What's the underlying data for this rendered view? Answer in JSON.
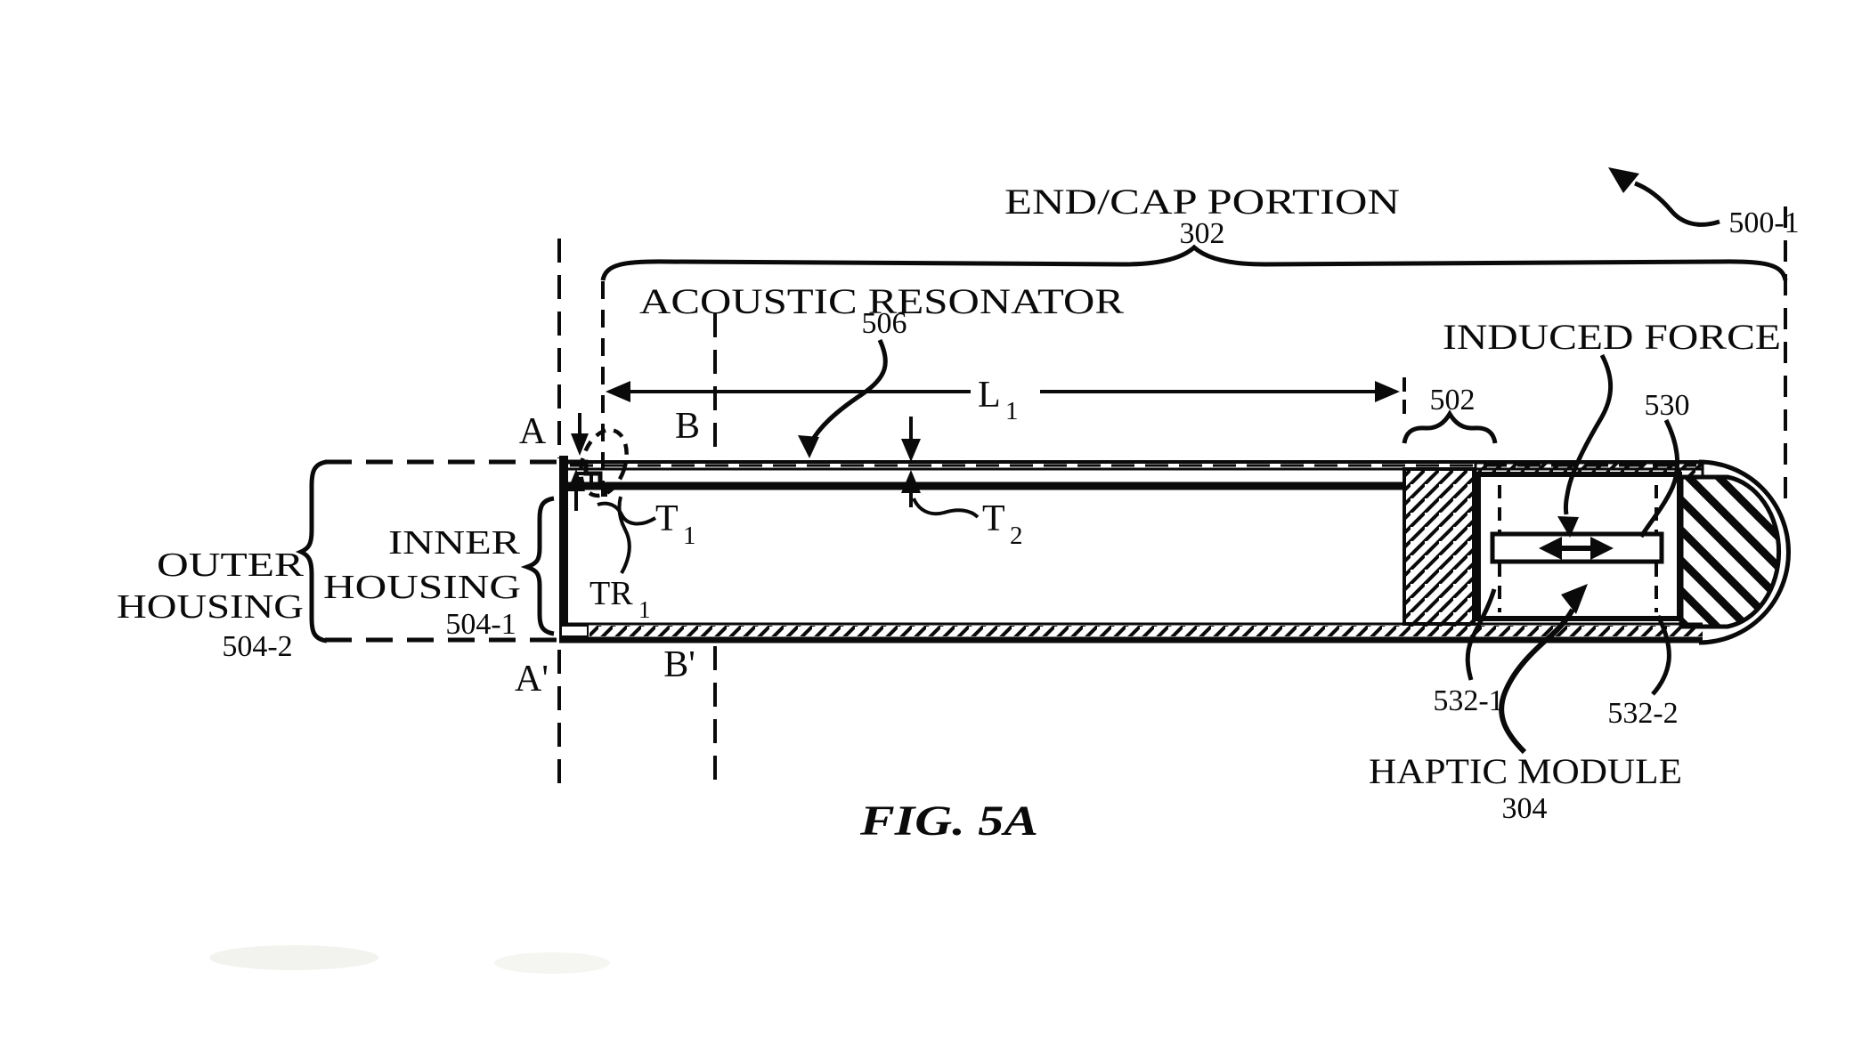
{
  "figure": {
    "caption": "FIG. 5A",
    "reference": "500-1"
  },
  "labels": {
    "end_cap_portion": {
      "text": "END/CAP PORTION",
      "ref": "302"
    },
    "acoustic_resonator": {
      "text": "ACOUSTIC RESONATOR",
      "ref": "506"
    },
    "induced_force": {
      "text": "INDUCED FORCE"
    },
    "outer_housing": {
      "line1": "OUTER",
      "line2": "HOUSING",
      "ref": "504-2"
    },
    "inner_housing": {
      "line1": "INNER",
      "line2": "HOUSING",
      "ref": "504-1"
    },
    "haptic_module": {
      "text": "HAPTIC MODULE",
      "ref": "304"
    },
    "end_wall_ref": "502",
    "mass_ref": "530",
    "mount_left_ref": "532-1",
    "mount_right_ref": "532-2"
  },
  "dimensions": {
    "length": {
      "base": "L",
      "sub": "1"
    },
    "thickness_left": {
      "base": "T",
      "sub": "1"
    },
    "thickness_mid": {
      "base": "T",
      "sub": "2"
    },
    "trench": {
      "base": "TR",
      "sub": "1"
    }
  },
  "sections": {
    "a": "A",
    "a_prime": "A'",
    "b": "B",
    "b_prime": "B'"
  },
  "colors": {
    "ink": "#0a0a0a",
    "background": "#ffffff"
  }
}
